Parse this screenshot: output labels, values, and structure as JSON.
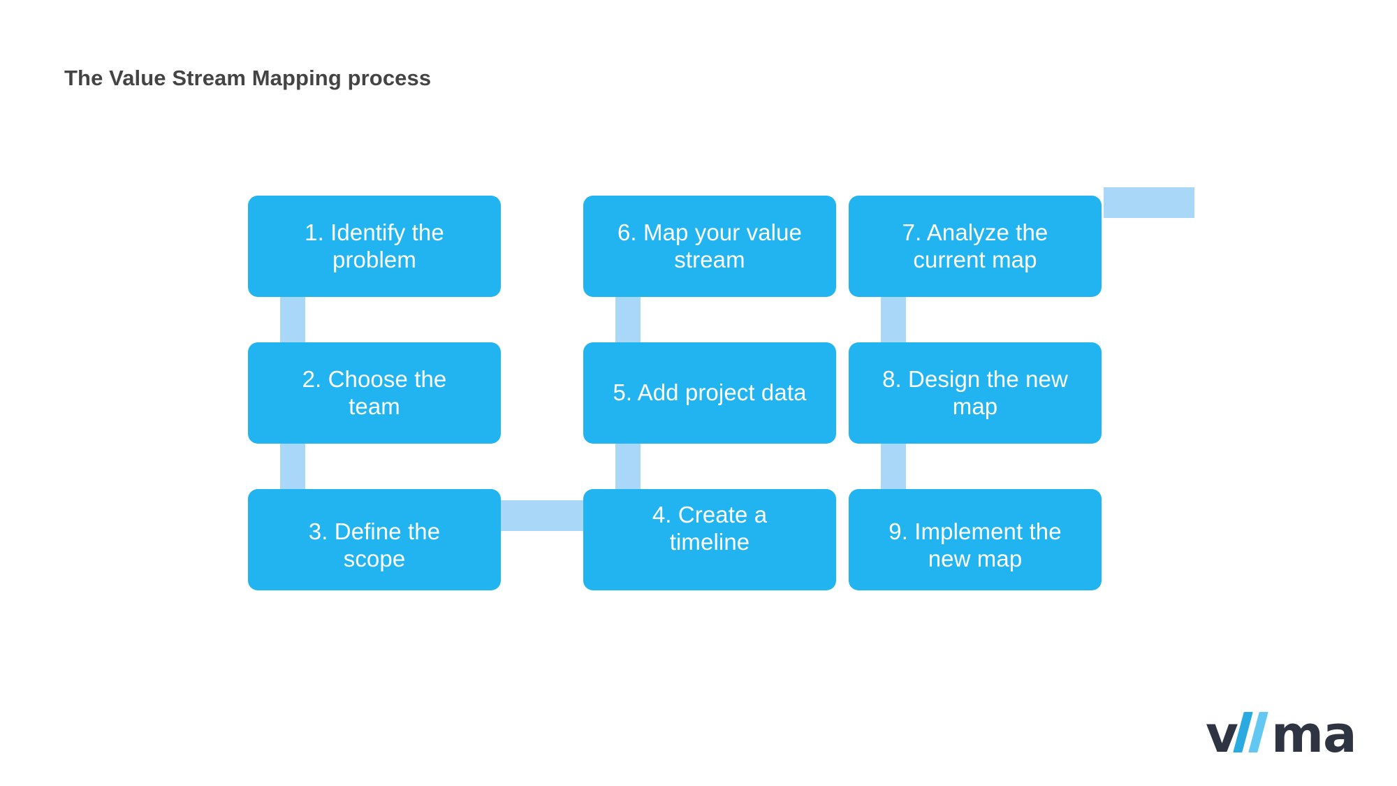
{
  "page": {
    "title": "The Value Stream Mapping process",
    "background_color": "#ffffff",
    "title_color": "#444444"
  },
  "colors": {
    "box_blue": "#21b4f0",
    "connector_blue": "#a9d7f7",
    "logo_dark": "#2e3442",
    "logo_slash_dark_blue": "#29abe2",
    "logo_slash_light_blue": "#62c8f2"
  },
  "diagram": {
    "type": "process-flow",
    "columns": 3,
    "rows": 3,
    "steps": [
      {
        "number": "1",
        "label": "1. Identify the\nproblem",
        "column": 0,
        "row": 0
      },
      {
        "number": "2",
        "label": "2. Choose the\nteam",
        "column": 0,
        "row": 1
      },
      {
        "number": "3",
        "label": "3. Define the\nscope",
        "column": 0,
        "row": 2
      },
      {
        "number": "4",
        "label": "4. Create a\ntimeline",
        "column": 1,
        "row": 2
      },
      {
        "number": "5",
        "label": "5. Add project data",
        "column": 1,
        "row": 1
      },
      {
        "number": "6",
        "label": "6. Map your value\nstream",
        "column": 1,
        "row": 0
      },
      {
        "number": "7",
        "label": "7. Analyze the\ncurrent map",
        "column": 2,
        "row": 0
      },
      {
        "number": "8",
        "label": "8. Design the new\nmap",
        "column": 2,
        "row": 1
      },
      {
        "number": "9",
        "label": "9. Implement the\nnew map",
        "column": 2,
        "row": 2
      }
    ],
    "connectors": [
      {
        "from": "1",
        "to": "2",
        "orientation": "vertical"
      },
      {
        "from": "2",
        "to": "3",
        "orientation": "vertical"
      },
      {
        "from": "3",
        "to": "4",
        "orientation": "horizontal"
      },
      {
        "from": "4",
        "to": "5",
        "orientation": "vertical"
      },
      {
        "from": "5",
        "to": "6",
        "orientation": "vertical"
      },
      {
        "from": "6",
        "to": "7",
        "orientation": "horizontal"
      },
      {
        "from": "7",
        "to": "8",
        "orientation": "vertical"
      },
      {
        "from": "8",
        "to": "9",
        "orientation": "vertical"
      }
    ]
  },
  "logo": {
    "lead": "v",
    "trail": "ma",
    "full_text": "viima",
    "slash_count": 2
  }
}
